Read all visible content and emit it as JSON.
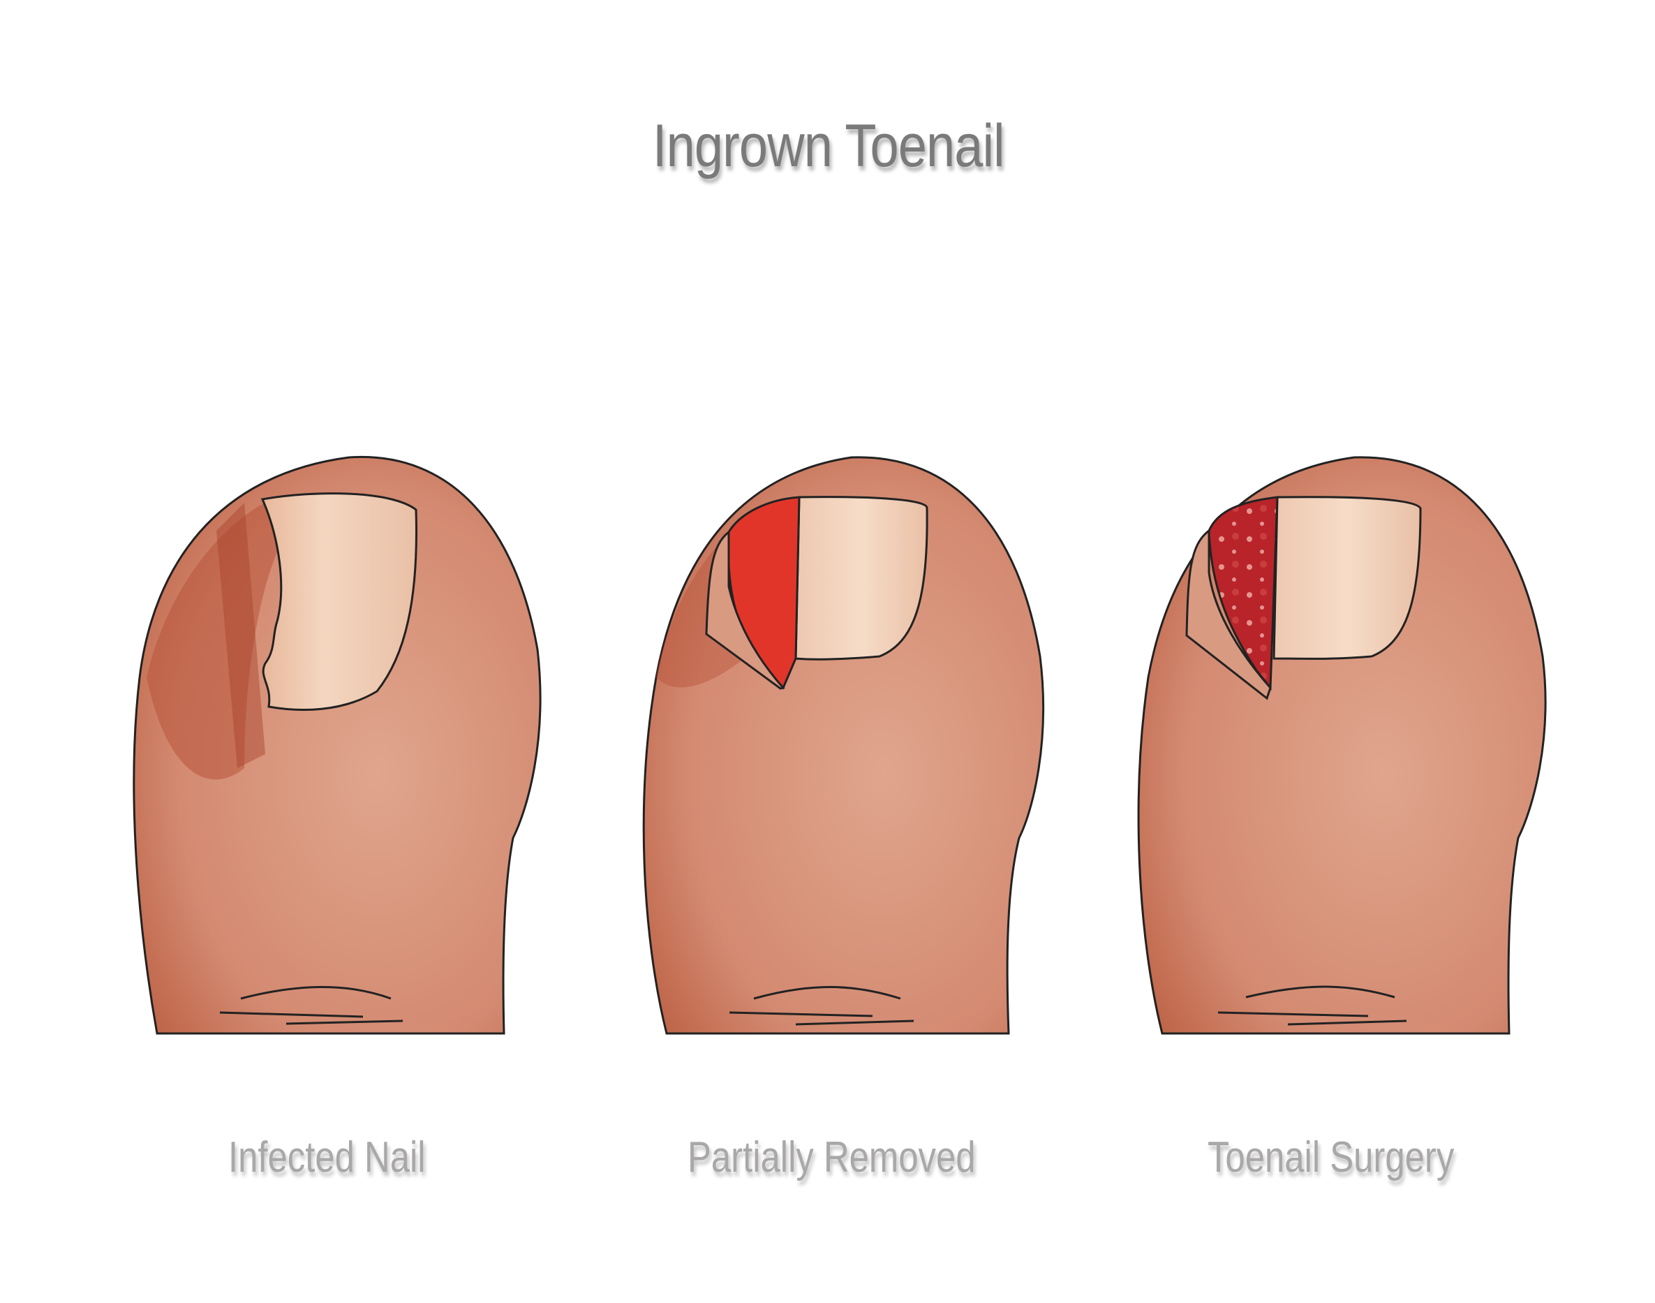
{
  "title": "Ingrown Toenail",
  "panels": [
    {
      "label": "Infected Nail",
      "stage": "infected"
    },
    {
      "label": "Partially Removed",
      "stage": "partial-removal"
    },
    {
      "label": "Toenail Surgery",
      "stage": "surgery"
    }
  ],
  "colors": {
    "skin": "#d9927a",
    "skin_dark": "#b5543a",
    "nail": "#f0cdb2",
    "wound": "#e2352a",
    "wound_surgery": "#b8242a",
    "outline": "#2a2a2a",
    "title_text": "#7a7a7a",
    "label_text": "#a9a7a8"
  }
}
